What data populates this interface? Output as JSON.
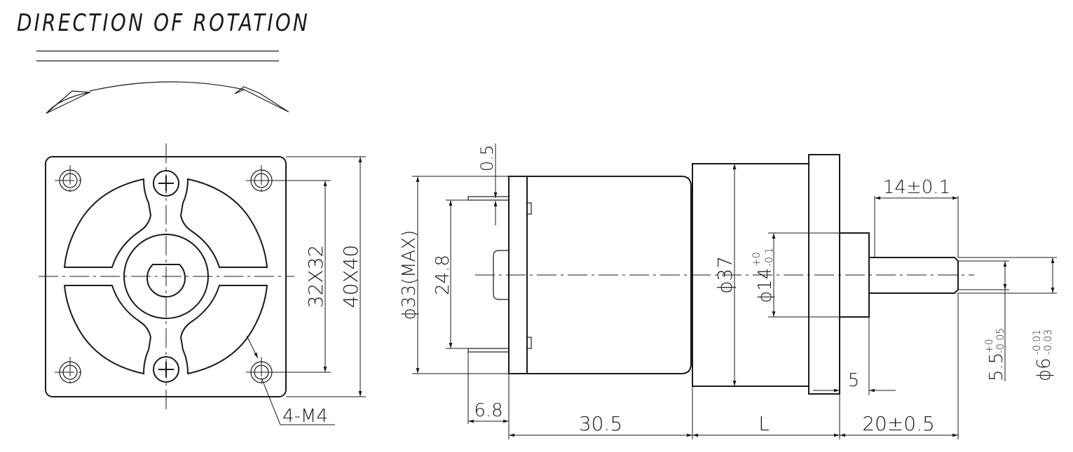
{
  "title": "DIRECTION OF ROTATION",
  "front_view": {
    "dim_mount": "32X32",
    "dim_flange": "40X40",
    "hole_note": "4-M4"
  },
  "side_view": {
    "dim_terminal_offset": "0.5",
    "dim_body_dia": "ϕ33(MAX)",
    "dim_terminal_span": "24.8",
    "dim_gearbox_dia": "ϕ37",
    "dim_boss_dia": "ϕ14",
    "dim_boss_tol_upper": "+0",
    "dim_boss_tol_lower": "-0.1",
    "dim_flat_len": "14±0.1",
    "dim_flat_width": "5.5",
    "dim_flat_tol_upper": "+0",
    "dim_flat_tol_lower": "-0.05",
    "dim_shaft_dia": "ϕ6",
    "dim_shaft_tol_upper": "-0.01",
    "dim_shaft_tol_lower": "-0.03",
    "dim_boss_len": "5",
    "dim_terminal_len": "6.8",
    "dim_motor_len": "30.5",
    "dim_gearbox_len": "L",
    "dim_shaft_len": "20±0.5"
  }
}
